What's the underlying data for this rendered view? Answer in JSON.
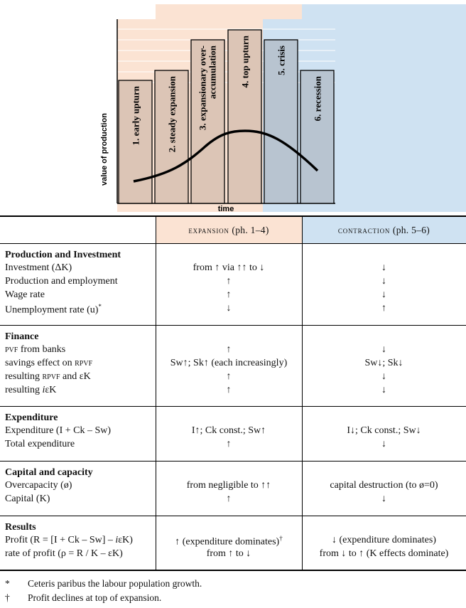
{
  "diagram": {
    "y_axis_label": "value of production",
    "x_axis_label": "time",
    "phases": [
      {
        "label": "1. early upturn",
        "group": "expansion"
      },
      {
        "label": "2. steady expansion",
        "group": "expansion"
      },
      {
        "label": "3. expansionary over-",
        "label2": "accumulation",
        "group": "expansion"
      },
      {
        "label": "4. top upturn",
        "group": "expansion"
      },
      {
        "label": "5. crisis",
        "group": "contraction"
      },
      {
        "label": "6. recession",
        "group": "contraction"
      }
    ],
    "colors": {
      "expansion_bg": "#fbe3d3",
      "contraction_bg": "#cfe2f2",
      "expansion_bar": "#dcc5b6",
      "contraction_bar": "#b8c4d0"
    }
  },
  "table": {
    "headers": {
      "expansion_sc": "expansion",
      "expansion_rest": " (ph. 1–4)",
      "contraction_sc": "contraction",
      "contraction_rest": " (ph. 5–6)"
    },
    "sections": [
      {
        "title": "Production and Investment",
        "rows": [
          {
            "label": "Investment (ΔK)",
            "expansion": "from ↑ via ↑↑ to ↓",
            "contraction": "↓"
          },
          {
            "label": "Production and employment",
            "expansion": "↑",
            "contraction": "↓"
          },
          {
            "label": "Wage rate",
            "expansion": "↑",
            "contraction": "↓"
          },
          {
            "label": "Unemployment rate (u)*",
            "expansion": "↓",
            "contraction": "↑"
          }
        ]
      },
      {
        "title": "Finance",
        "rows": [
          {
            "label": "pvf from banks",
            "expansion": "↑",
            "contraction": "↓"
          },
          {
            "label": "savings effect on rpvf",
            "expansion": "Sw↑; Sk↑ (each increasingly)",
            "contraction": "Sw↓; Sk↓"
          },
          {
            "label": "resulting rpvf and εK",
            "expansion": "↑",
            "contraction": "↓"
          },
          {
            "label": "resulting iεK",
            "expansion": "↑",
            "contraction": "↓"
          }
        ]
      },
      {
        "title": "Expenditure",
        "rows": [
          {
            "label": "Expenditure (I + Ck – Sw)",
            "expansion": "I↑; Ck const.; Sw↑",
            "contraction": "I↓; Ck const.; Sw↓"
          },
          {
            "label": "Total expenditure",
            "expansion": "↑",
            "contraction": "↓"
          }
        ]
      },
      {
        "title": "Capital and capacity",
        "rows": [
          {
            "label": "Overcapacity (ø)",
            "expansion": "from negligible to ↑↑",
            "contraction": "capital destruction (to ø=0)"
          },
          {
            "label": "Capital (K)",
            "expansion": "↑",
            "contraction": "↓"
          }
        ]
      },
      {
        "title": "Results",
        "rows": [
          {
            "label": "Profit (R = [I + Ck – Sw] – iεK)",
            "expansion": "↑ (expenditure dominates)†",
            "contraction": "↓ (expenditure dominates)"
          },
          {
            "label": "rate of profit (ρ = R / K – εK)",
            "expansion": "from ↑ to ↓",
            "contraction": "from ↓ to ↑ (K effects dominate)"
          }
        ]
      }
    ]
  },
  "footnotes": [
    {
      "mark": "*",
      "text": "Ceteris paribus the labour population growth."
    },
    {
      "mark": "†",
      "text": "Profit declines at top of expansion."
    }
  ]
}
